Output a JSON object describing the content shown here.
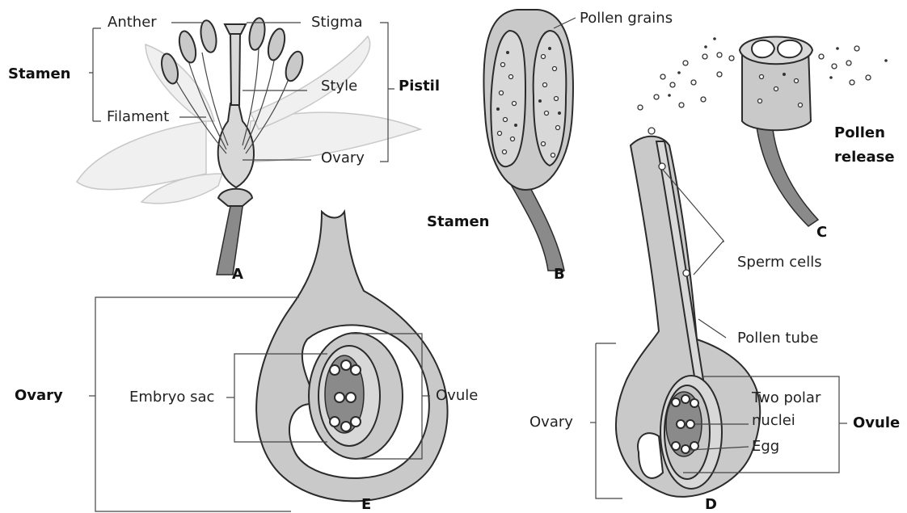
{
  "labels": {
    "anther": "Anther",
    "stigma": "Stigma",
    "stamen_a": "Stamen",
    "style": "Style",
    "pistil": "Pistil",
    "filament": "Filament",
    "ovary_a": "Ovary",
    "pollen_grains": "Pollen grains",
    "stamen_b": "Stamen",
    "pollen_release_1": "Pollen",
    "pollen_release_2": "release",
    "sperm_cells": "Sperm cells",
    "pollen_tube": "Pollen tube",
    "two_polar_1": "Two polar",
    "two_polar_2": "nuclei",
    "egg": "Egg",
    "ovary_d": "Ovary",
    "ovule_d": "Ovule",
    "ovary_e": "Ovary",
    "embryo_sac": "Embryo sac",
    "ovule_e": "Ovule"
  },
  "panels": {
    "a": "A",
    "b": "B",
    "c": "C",
    "d": "D",
    "e": "E"
  },
  "colors": {
    "tissue": "#c9c9c9",
    "dark_tissue": "#8a8a8a",
    "petal": "#f0f0f0",
    "line": "#444444"
  }
}
